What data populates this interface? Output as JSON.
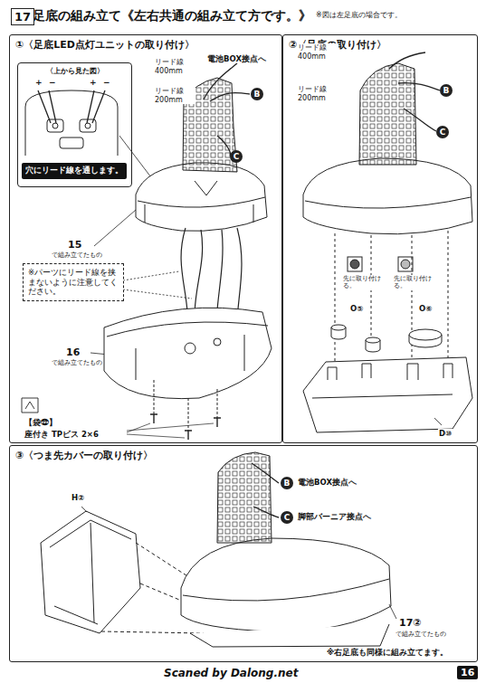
{
  "diagram": {
    "title": "足底の組み立て《左右共通の組み立て方です。》",
    "nodes": [
      {
        "text": [
          "①〈足底LED点灯ユニットの取り付け〉"
        ]
      },
      {
        "text": [
          "〈上から見た図〉"
        ],
        "in": 0
      },
      {
        "text": [
          "穴にリード線を通します。"
        ],
        "in": 1
      },
      {
        "text": [
          "※パーツにリード線を挟まないように注意してください。"
        ],
        "in": 0
      },
      {
        "text": [
          "②〈足底の取り付け〉"
        ]
      },
      {
        "text": [
          "③〈つま先カバーの取り付け〉"
        ]
      }
    ],
    "edges": [],
    "labels": [
      "17",
      "※図は左足底の場合です。",
      "+",
      "−",
      "+",
      "−",
      "リード線 400mm",
      "電池BOX接点へ",
      "リード線 200mm",
      "B",
      "C",
      "15",
      "で組み立てたもの",
      "16",
      "で組み立てたもの",
      "【袋㉒】",
      "座付き TPビス 2×6",
      "リード線 400mm",
      "リード線 200mm",
      "B",
      "C",
      "先に取り付ける。",
      "先に取り付ける。",
      "O⑤",
      "O⑥",
      "D⑩",
      "H②",
      "B",
      "電池BOX接点へ",
      "C",
      "脚部バーニア接点へ",
      "17②",
      "で組み立てたもの",
      "※右足底も同様に組み立てます。",
      "Scaned by Dalong.net",
      "16"
    ]
  }
}
